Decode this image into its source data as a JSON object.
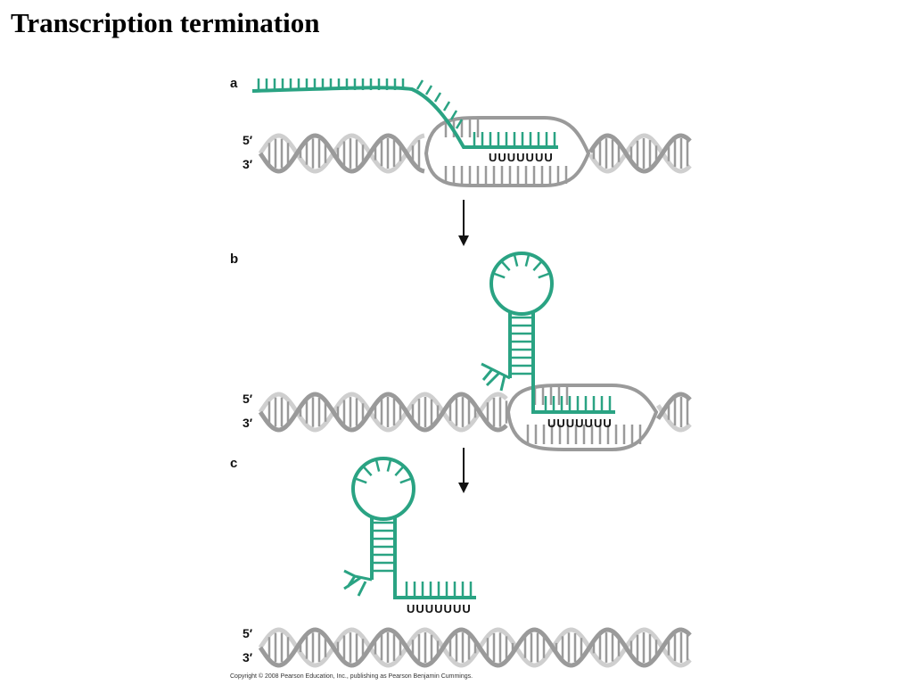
{
  "title": "Transcription termination",
  "panels": [
    {
      "letter": "a",
      "five_prime": "5′",
      "three_prime": "3′",
      "u_tract": "UUUUUUU"
    },
    {
      "letter": "b",
      "five_prime": "5′",
      "three_prime": "3′",
      "u_tract": "UUUUUUU"
    },
    {
      "letter": "c",
      "five_prime": "5′",
      "three_prime": "3′",
      "u_tract": "UUUUUUU"
    }
  ],
  "copyright": "Copyright © 2008 Pearson Education, Inc., publishing as Pearson Benjamin Cummings.",
  "colors": {
    "rna": "#2aa383",
    "rna_light": "#9fd8c4",
    "dna": "#9a9a9a",
    "dna_light": "#cfcfcf",
    "arrow": "#111111"
  }
}
